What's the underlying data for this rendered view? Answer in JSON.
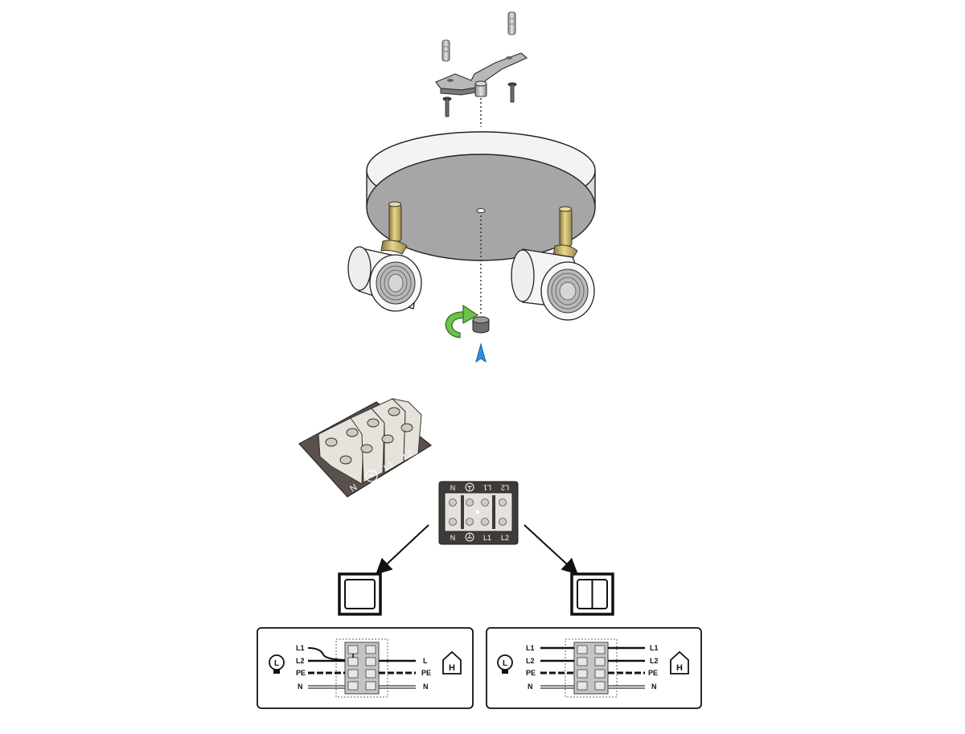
{
  "terminal_photo": {
    "labels": [
      "N",
      "L1",
      "L2"
    ]
  },
  "terminal_schematic": {
    "top_labels": [
      "N",
      "L1",
      "L2"
    ],
    "bottom_labels": [
      "N",
      "L1",
      "L2"
    ]
  },
  "single_switch_wiring": {
    "lamp_side": [
      "L1",
      "L2",
      "PE",
      "N"
    ],
    "house_side": [
      "L",
      "PE",
      "N"
    ],
    "lamp_symbol_letter": "L",
    "house_symbol_letter": "H"
  },
  "double_switch_wiring": {
    "lamp_side": [
      "L1",
      "L2",
      "PE",
      "N"
    ],
    "house_side": [
      "L1",
      "L2",
      "PE",
      "N"
    ],
    "lamp_symbol_letter": "L",
    "house_symbol_letter": "H"
  },
  "icons": [
    "rotate-arrow-icon",
    "insert-arrow-icon",
    "earth-symbol-icon",
    "lamp-icon",
    "house-icon",
    "single-switch-icon",
    "double-switch-icon"
  ]
}
